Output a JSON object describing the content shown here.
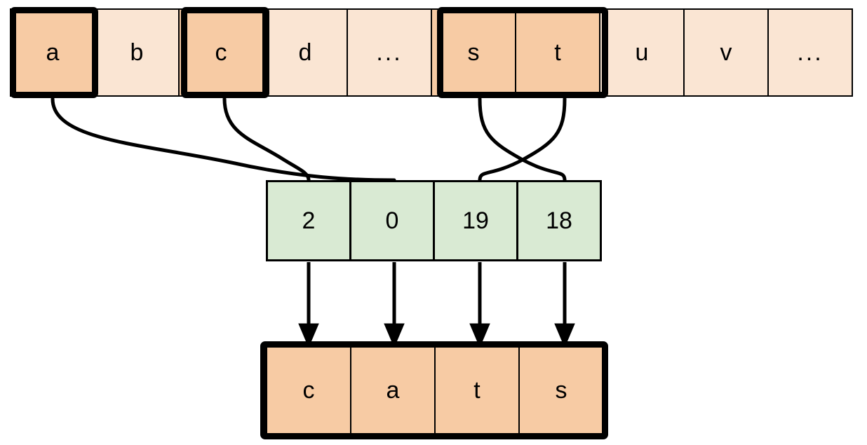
{
  "diagram": {
    "title": "String index mapping diagram",
    "colors": {
      "cell_light": "#fae5d3",
      "cell_highlight": "#f7cba4",
      "index_cell": "#d9ead3",
      "stroke": "#000000",
      "background": "#ffffff"
    },
    "alphabet_row": {
      "name": "alphabet-row",
      "cells": [
        {
          "label": "a",
          "highlighted": true
        },
        {
          "label": "b",
          "highlighted": false
        },
        {
          "label": "c",
          "highlighted": true
        },
        {
          "label": "d",
          "highlighted": false
        },
        {
          "label": "...",
          "highlighted": false
        },
        {
          "label": "s",
          "highlighted": true
        },
        {
          "label": "t",
          "highlighted": true
        },
        {
          "label": "u",
          "highlighted": false
        },
        {
          "label": "v",
          "highlighted": false
        },
        {
          "label": "...",
          "highlighted": false
        }
      ],
      "selection_groups": [
        {
          "name": "group-a",
          "cells": [
            "a"
          ]
        },
        {
          "name": "group-c",
          "cells": [
            "c"
          ]
        },
        {
          "name": "group-st",
          "cells": [
            "s",
            "t"
          ]
        }
      ]
    },
    "index_row": {
      "name": "index-row",
      "cells": [
        {
          "value": "2"
        },
        {
          "value": "0"
        },
        {
          "value": "19"
        },
        {
          "value": "18"
        }
      ]
    },
    "result_row": {
      "name": "result-row",
      "word": "cats",
      "cells": [
        {
          "label": "c"
        },
        {
          "label": "a"
        },
        {
          "label": "t"
        },
        {
          "label": "s"
        }
      ]
    },
    "connections": {
      "curves": [
        {
          "from": "a",
          "to": "0",
          "style": "curved-crossing"
        },
        {
          "from": "c",
          "to": "2",
          "style": "curved-crossing"
        },
        {
          "from": "s",
          "to": "18",
          "style": "curved-crossing"
        },
        {
          "from": "t",
          "to": "19",
          "style": "curved-crossing"
        }
      ],
      "arrows": [
        {
          "from": "2",
          "to": "c",
          "style": "straight-arrow"
        },
        {
          "from": "0",
          "to": "a",
          "style": "straight-arrow"
        },
        {
          "from": "19",
          "to": "t",
          "style": "straight-arrow"
        },
        {
          "from": "18",
          "to": "s",
          "style": "straight-arrow"
        }
      ]
    }
  }
}
